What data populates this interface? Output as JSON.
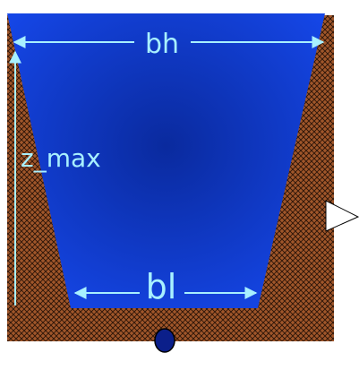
{
  "labels": {
    "top_width": "bh",
    "depth": "z_max",
    "bottom_width": "bl"
  },
  "colors": {
    "soil": "#a0562a",
    "hatch": "#2b1408",
    "water_center": "#0a2a9e",
    "water_edge": "#1546e6",
    "dimension_lines": "#a8f0ff",
    "outlet": "#0b1f8a"
  },
  "icons": {
    "flow_indicator": "triangle-arrow-icon",
    "outlet": "outlet-pipe-icon"
  }
}
